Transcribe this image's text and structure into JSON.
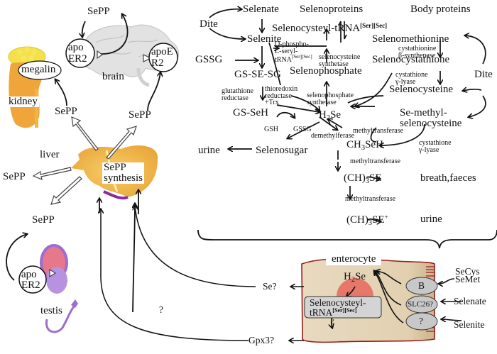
{
  "figure": {
    "left_panel": {
      "brain": {
        "label": "brain",
        "receptor_left": [
          "apo",
          "ER2"
        ],
        "receptor_right": [
          "apoE",
          "R2"
        ],
        "sepp_top": "SePP"
      },
      "kidney": {
        "label": "kidney",
        "receptor": "megalin"
      },
      "liver": {
        "label": "liver",
        "synthesis": [
          "SePP",
          "synthesis"
        ]
      },
      "sepp_labels": [
        "SePP",
        "SePP",
        "SePP",
        "SePP"
      ],
      "testis": {
        "label": "testis",
        "receptor": [
          "apo",
          "ER2"
        ]
      },
      "unknown_path": "?"
    },
    "metabolism": {
      "dite_left": "Dite",
      "dite_right": "Dite",
      "selenate": "Selenate",
      "selenite": "Selenite",
      "selenoproteins": "Selenoproteins",
      "sec_trna": {
        "base": "Selenocysteyl-tRNA",
        "sup": "[Ser][Sec]"
      },
      "ophospho": [
        "O-phospho-",
        "L-seryl-",
        "tRNA"
      ],
      "ophospho_sup": "[Ser][Sec]",
      "sec_synthetase": [
        "selenocysteine",
        "synthetase"
      ],
      "gssg_top": "GSSG",
      "gs_se_sg": "GS-SE-SG",
      "selenophosphate": "Selenophosphate",
      "glut_reductase": [
        "glutathione",
        "reductase"
      ],
      "thio_reductase": [
        "thioredoxin",
        "reductase",
        "+Trx"
      ],
      "sp_synthetase": [
        "selenophosphate",
        "synthetase"
      ],
      "gs_seh": "GS-SeH",
      "h2se": {
        "a": "H",
        "sub": "2",
        "b": "Se"
      },
      "gsh": "GSH",
      "gssg_bottom": "GSSG",
      "demethylferase": "demethylferase",
      "methyltransferase_1": "methyltransferase",
      "urine_left": "urine",
      "selenosugar": "Selenosugar",
      "ch3seh": {
        "a": "CH",
        "sub": "3",
        "b": "SeH"
      },
      "methyltransferase_2": "methyltransferase",
      "ch3_3se": {
        "a": "(CH)",
        "sub": "3",
        "b": "SE"
      },
      "breath": "breath,faeces",
      "methyltransferase_3": "methyltransferase",
      "ch3_3se_plus": {
        "a": "(CH)",
        "sub": "3",
        "b": "SE",
        "sup": "+"
      },
      "urine_right": "urine",
      "body_proteins": "Body proteins",
      "selenomethionine": "Selenomethionine",
      "cbs": [
        "cystathionine",
        "β-synthenase"
      ],
      "selenocystathione": "Selenocystathione",
      "cgl_1": [
        "cystathione",
        "γ-lyase"
      ],
      "selenocysteine": "Selenocysteine",
      "se_methyl": [
        "Se-methyl-",
        "selenocysteine"
      ],
      "cgl_2": [
        "cystathione",
        "γ-lyase"
      ]
    },
    "enterocyte": {
      "label": "enterocyte",
      "h2se": {
        "a": "H",
        "sub": "2",
        "b": "Se"
      },
      "sec_trna": [
        "Selenocysteyl-",
        "tRNA"
      ],
      "sec_trna_sup": "[Ser][Sec]",
      "q_inner": "?",
      "transporters": [
        "B",
        "SLC26?",
        "?"
      ],
      "inputs": [
        "SeCys",
        "SeMet",
        "Selenate",
        "Selenite"
      ],
      "out_se": "Se?",
      "out_gpx": "Gpx3?"
    },
    "colors": {
      "cell_fill": "#e4d3b6",
      "cell_border": "#9b1c1c",
      "nucleus": "#e8665c",
      "transporter": "#c8c8c8",
      "liver": "#f0b84a",
      "kidney": "#f2a23a",
      "testis": "#9b6ed0",
      "brain": "#d9d9d9"
    }
  }
}
